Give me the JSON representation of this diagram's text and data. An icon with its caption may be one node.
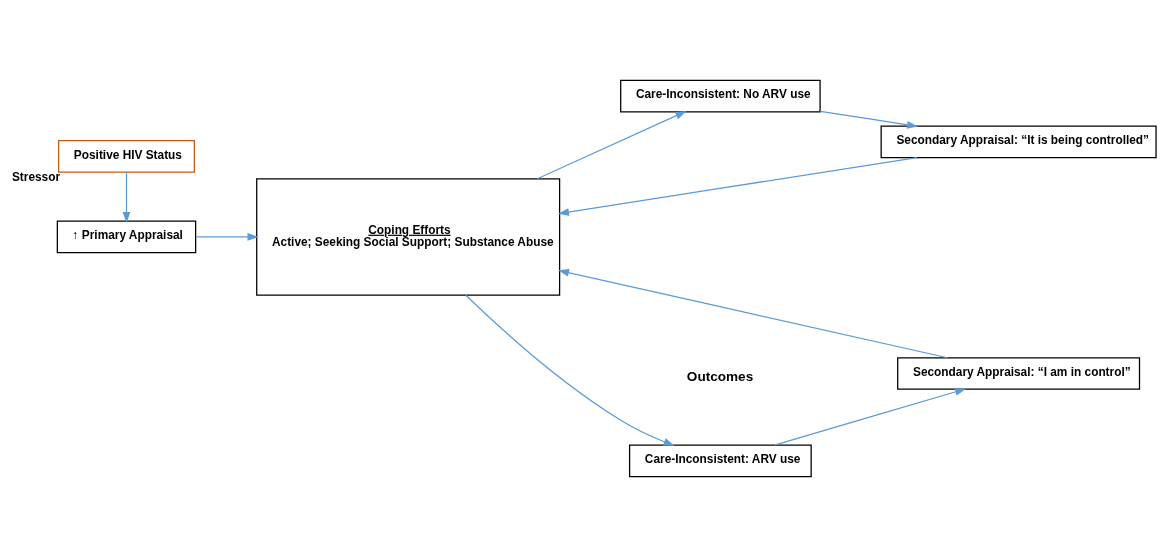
{
  "diagram": {
    "nodes": [
      {
        "text": [
          "Positive HIV Status"
        ],
        "beside": [
          "Stressor"
        ]
      },
      {
        "text": [
          "↑ Primary Appraisal"
        ]
      },
      {
        "text": [
          "Coping Efforts",
          "Active; Seeking Social Support; Substance Abuse"
        ]
      },
      {
        "text": [
          "Secondary Appraisal: “I am in control”"
        ]
      },
      {
        "text": [
          "Care-Inconsistent: ARV use"
        ]
      },
      {
        "text": [
          "Care-Inconsistent: No ARV use"
        ]
      },
      {
        "text": [
          "Secondary Appraisal: “It is being controlled”"
        ]
      }
    ],
    "edges": [
      {
        "from": 0,
        "to": 1,
        "arrow": "to"
      },
      {
        "from": 1,
        "to": 2,
        "arrow": "to"
      },
      {
        "from": 2,
        "to": 4,
        "arrow": "to"
      },
      {
        "from": 2,
        "to": 5,
        "arrow": "to"
      },
      {
        "from": 4,
        "to": 3,
        "arrow": "to"
      },
      {
        "from": 3,
        "to": 2,
        "arrow": "to"
      },
      {
        "from": 5,
        "to": 6,
        "arrow": "to"
      },
      {
        "from": 6,
        "to": 2,
        "arrow": "to"
      }
    ],
    "labels": [
      "Outcomes"
    ]
  }
}
